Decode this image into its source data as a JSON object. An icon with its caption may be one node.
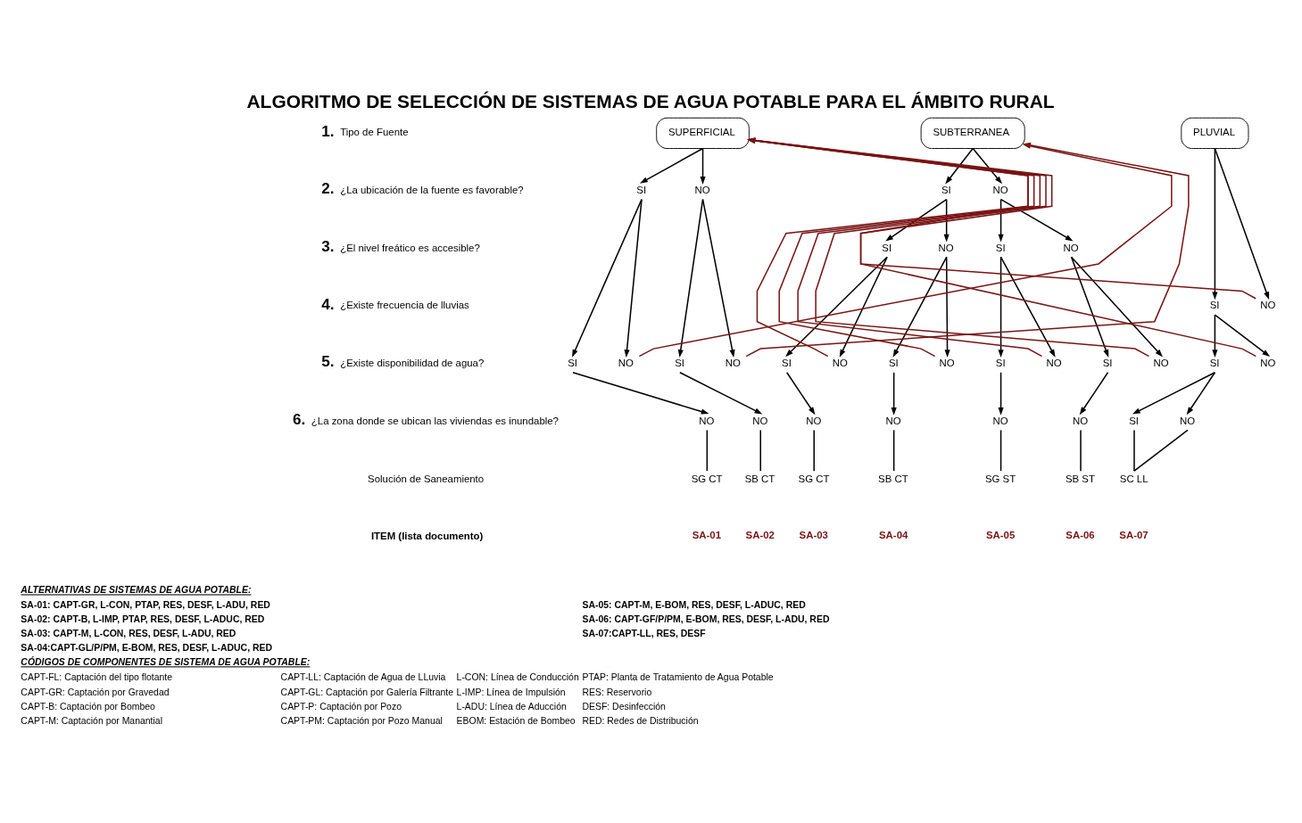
{
  "diagram": {
    "title": "ALGORITMO DE SELECCIÓN DE SISTEMAS DE AGUA POTABLE PARA EL ÁMBITO RURAL",
    "nodes": [
      {
        "text": [
          "SUPERFICIAL"
        ]
      },
      {
        "text": [
          "SUBTERRANEA"
        ]
      },
      {
        "text": [
          "PLUVIAL"
        ]
      },
      {
        "text": [
          "SI"
        ]
      },
      {
        "text": [
          "NO"
        ]
      },
      {
        "text": [
          "SI"
        ]
      },
      {
        "text": [
          "NO"
        ]
      },
      {
        "text": [
          "SI"
        ]
      },
      {
        "text": [
          "NO"
        ]
      },
      {
        "text": [
          "SI"
        ]
      },
      {
        "text": [
          "NO"
        ]
      },
      {
        "text": [
          "SI"
        ]
      },
      {
        "text": [
          "NO"
        ]
      },
      {
        "text": [
          "SI"
        ]
      },
      {
        "text": [
          "NO"
        ]
      },
      {
        "text": [
          "SI"
        ]
      },
      {
        "text": [
          "NO"
        ]
      },
      {
        "text": [
          "SI"
        ]
      },
      {
        "text": [
          "NO"
        ]
      },
      {
        "text": [
          "SI"
        ]
      },
      {
        "text": [
          "NO"
        ]
      },
      {
        "text": [
          "SI"
        ]
      },
      {
        "text": [
          "NO"
        ]
      },
      {
        "text": [
          "SI"
        ]
      },
      {
        "text": [
          "NO"
        ]
      },
      {
        "text": [
          "SI"
        ]
      },
      {
        "text": [
          "NO"
        ]
      },
      {
        "text": [
          "NO"
        ]
      },
      {
        "text": [
          "NO"
        ]
      },
      {
        "text": [
          "NO"
        ]
      },
      {
        "text": [
          "NO"
        ]
      },
      {
        "text": [
          "NO"
        ]
      },
      {
        "text": [
          "NO"
        ]
      },
      {
        "text": [
          "SI"
        ]
      },
      {
        "text": [
          "NO"
        ]
      },
      {
        "text": [
          "SG CT"
        ]
      },
      {
        "text": [
          "SB CT"
        ]
      },
      {
        "text": [
          "SG CT"
        ]
      },
      {
        "text": [
          "SB CT"
        ]
      },
      {
        "text": [
          "SG ST"
        ]
      },
      {
        "text": [
          "SB ST"
        ]
      },
      {
        "text": [
          "SC LL"
        ]
      }
    ],
    "edges": [
      {
        "from": 0,
        "to": 3,
        "arrow": "to"
      },
      {
        "from": 0,
        "to": 4,
        "arrow": "to"
      },
      {
        "from": 1,
        "to": 5,
        "arrow": "to"
      },
      {
        "from": 1,
        "to": 6,
        "arrow": "to"
      },
      {
        "from": 5,
        "to": 7,
        "arrow": "to"
      },
      {
        "from": 5,
        "to": 8,
        "arrow": "to"
      },
      {
        "from": 6,
        "to": 9,
        "arrow": "to"
      },
      {
        "from": 6,
        "to": 10,
        "arrow": "to"
      },
      {
        "from": 2,
        "to": 11,
        "arrow": "to"
      },
      {
        "from": 2,
        "to": 12,
        "arrow": "to"
      },
      {
        "from": 3,
        "to": 13,
        "arrow": "to"
      },
      {
        "from": 3,
        "to": 14,
        "arrow": "to"
      },
      {
        "from": 4,
        "to": 15,
        "arrow": "to"
      },
      {
        "from": 4,
        "to": 16,
        "arrow": "to"
      },
      {
        "from": 7,
        "to": 17,
        "arrow": "to"
      },
      {
        "from": 7,
        "to": 18,
        "arrow": "to"
      },
      {
        "from": 8,
        "to": 19,
        "arrow": "to"
      },
      {
        "from": 8,
        "to": 20,
        "arrow": "to"
      },
      {
        "from": 9,
        "to": 21,
        "arrow": "to"
      },
      {
        "from": 9,
        "to": 22,
        "arrow": "to"
      },
      {
        "from": 10,
        "to": 23,
        "arrow": "to"
      },
      {
        "from": 10,
        "to": 24,
        "arrow": "to"
      },
      {
        "from": 11,
        "to": 25,
        "arrow": "to"
      },
      {
        "from": 11,
        "to": 26,
        "arrow": "to"
      },
      {
        "from": 13,
        "to": 27,
        "arrow": "to"
      },
      {
        "from": 15,
        "to": 28,
        "arrow": "to"
      },
      {
        "from": 17,
        "to": 29,
        "arrow": "to"
      },
      {
        "from": 19,
        "to": 30,
        "arrow": "to"
      },
      {
        "from": 21,
        "to": 31,
        "arrow": "to"
      },
      {
        "from": 23,
        "to": 32,
        "arrow": "to"
      },
      {
        "from": 25,
        "to": 33,
        "arrow": "to"
      },
      {
        "from": 25,
        "to": 34,
        "arrow": "to"
      },
      {
        "from": 27,
        "to": 35,
        "arrow": "none"
      },
      {
        "from": 28,
        "to": 36,
        "arrow": "none"
      },
      {
        "from": 29,
        "to": 37,
        "arrow": "none"
      },
      {
        "from": 30,
        "to": 38,
        "arrow": "none"
      },
      {
        "from": 31,
        "to": 39,
        "arrow": "none"
      },
      {
        "from": 32,
        "to": 40,
        "arrow": "none"
      },
      {
        "from": 33,
        "to": 41,
        "arrow": "none"
      },
      {
        "from": 34,
        "to": 41,
        "arrow": "none"
      },
      {
        "from": 14,
        "to": 1,
        "arrow": "to",
        "color": "#7a1414"
      },
      {
        "from": 16,
        "to": 1,
        "arrow": "to",
        "color": "#7a1414"
      },
      {
        "from": 18,
        "to": 0,
        "arrow": "to",
        "color": "#7a1414"
      },
      {
        "from": 20,
        "to": 0,
        "arrow": "to",
        "color": "#7a1414"
      },
      {
        "from": 22,
        "to": 0,
        "arrow": "to",
        "color": "#7a1414"
      },
      {
        "from": 24,
        "to": 0,
        "arrow": "to",
        "color": "#7a1414"
      },
      {
        "from": 26,
        "to": 0,
        "arrow": "to",
        "color": "#7a1414"
      },
      {
        "from": 12,
        "to": 0,
        "arrow": "to",
        "color": "#7a1414"
      }
    ],
    "labels": [
      "1.",
      "Tipo de Fuente",
      "2.",
      "¿La ubicación de la fuente es favorable?",
      "3.",
      "¿El nivel freático es accesible?",
      "4.",
      "¿Existe frecuencia de lluvias",
      "5.",
      "¿Existe disponibilidad de agua?",
      "6.",
      "¿La zona donde se ubican las viviendas es inundable?",
      "Solución de Saneamiento",
      "ITEM (lista documento)",
      "SA-01",
      "SA-02",
      "SA-03",
      "SA-04",
      "SA-05",
      "SA-06",
      "SA-07",
      "ALTERNATIVAS DE SISTEMAS DE AGUA POTABLE:",
      "SA-01: CAPT-GR, L-CON, PTAP, RES, DESF, L-ADU, RED",
      "SA-02: CAPT-B, L-IMP, PTAP, RES, DESF, L-ADUC, RED",
      "SA-03: CAPT-M, L-CON, RES, DESF, L-ADU, RED",
      "SA-04:CAPT-GL/P/PM, E-BOM, RES, DESF, L-ADUC, RED",
      "SA-05: CAPT-M, E-BOM, RES, DESF, L-ADUC, RED",
      "SA-06: CAPT-GF/P/PM, E-BOM, RES, DESF, L-ADU, RED",
      "SA-07:CAPT-LL, RES, DESF",
      "CÓDIGOS DE COMPONENTES DE SISTEMA DE AGUA POTABLE:",
      "CAPT-FL: Captación del tipo flotante",
      "CAPT-GR: Captación por Gravedad",
      "CAPT-B: Captación por Bombeo",
      "CAPT-M: Captación por Manantial",
      "CAPT-LL: Captación de Agua de LLuvia",
      "CAPT-GL: Captación por Galería Filtrante",
      "CAPT-P: Captación por Pozo",
      "CAPT-PM: Captación por Pozo Manual",
      "L-CON: Línea de Conducción",
      "L-IMP: Línea de Impulsión",
      "L-ADU: Línea de Aducción",
      "EBOM: Estación de Bombeo",
      "PTAP: Planta de Tratamiento de Agua Potable",
      "RES: Reservorio",
      "DESF: Desinfección",
      "RED: Redes de Distribución"
    ]
  }
}
